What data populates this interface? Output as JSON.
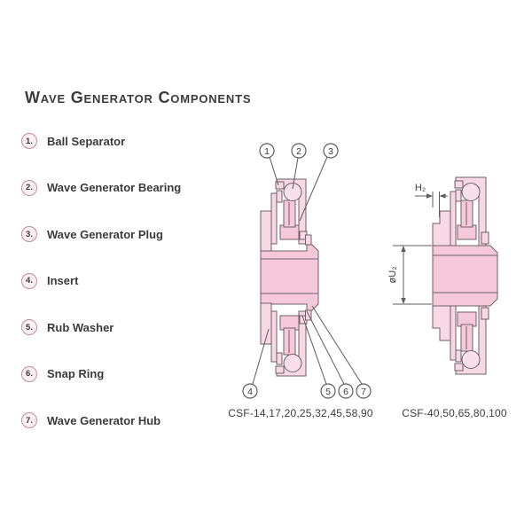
{
  "title": "Wave Generator Components",
  "legend": {
    "items": [
      {
        "num": "1.",
        "label": "Ball Separator"
      },
      {
        "num": "2.",
        "label": "Wave Generator Bearing"
      },
      {
        "num": "3.",
        "label": "Wave Generator Plug"
      },
      {
        "num": "4.",
        "label": "Insert"
      },
      {
        "num": "5.",
        "label": "Rub Washer"
      },
      {
        "num": "6.",
        "label": "Snap Ring"
      },
      {
        "num": "7.",
        "label": "Wave Generator Hub"
      }
    ]
  },
  "diagrams": {
    "left": {
      "caption": "CSF-14,17,20,25,32,45,58,90",
      "callouts": [
        "1",
        "2",
        "3",
        "4",
        "5",
        "6",
        "7"
      ]
    },
    "right": {
      "caption": "CSF-40,50,65,80,100",
      "dim_h": "H₂",
      "dim_u": "øU₂"
    }
  },
  "colors": {
    "part_fill_light": "#f8d8e4",
    "part_fill_deep": "#f5c8da",
    "ball_fill": "#f9dfe9",
    "part_outline": "#6e6169",
    "legend_badge_border": "#c489a2",
    "text": "#3b3b3b"
  }
}
